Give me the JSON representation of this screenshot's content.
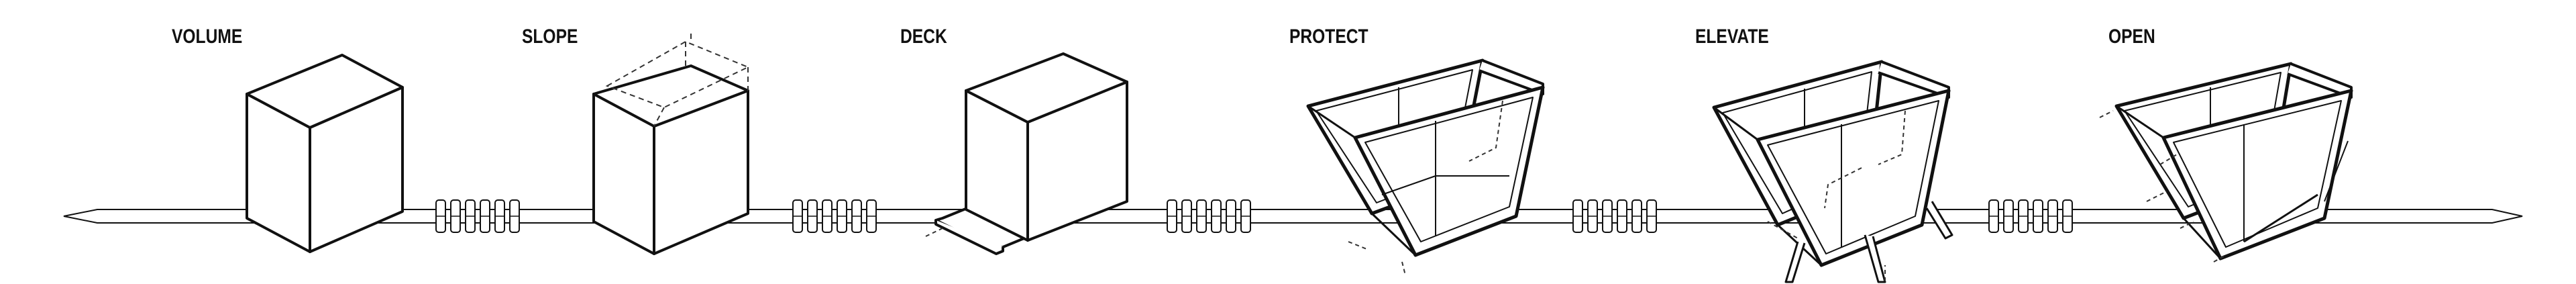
{
  "diagram": {
    "stages": [
      {
        "id": "volume",
        "label": "VOLUME"
      },
      {
        "id": "slope",
        "label": "SLOPE"
      },
      {
        "id": "deck",
        "label": "DECK"
      },
      {
        "id": "protect",
        "label": "PROTECT"
      },
      {
        "id": "elevate",
        "label": "ELEVATE"
      },
      {
        "id": "open",
        "label": "OPEN"
      }
    ],
    "connector_count_between_stages": 6,
    "colors": {
      "line": "#111111",
      "background": "#ffffff",
      "dashed": "#333333"
    }
  }
}
